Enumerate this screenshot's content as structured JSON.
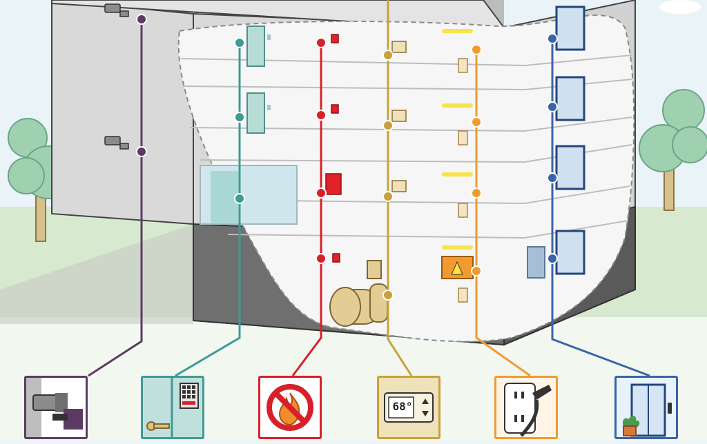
{
  "thermostat": {
    "reading": "68°"
  },
  "systems": [
    {
      "id": "security",
      "icon": "security-camera-icon",
      "color": "#5b3a64"
    },
    {
      "id": "access",
      "icon": "door-keypad-icon",
      "color": "#3f9a95"
    },
    {
      "id": "fire",
      "icon": "no-fire-icon",
      "color": "#d8202b"
    },
    {
      "id": "hvac",
      "icon": "thermostat-icon",
      "color": "#c8a13a"
    },
    {
      "id": "power",
      "icon": "power-outlet-plug-icon",
      "color": "#f19a2e"
    },
    {
      "id": "elevator",
      "icon": "elevator-icon",
      "color": "#3a64a8"
    }
  ],
  "colors": {
    "sky": "#e9f3f8",
    "grass": "#cfe3c2",
    "building": "#d9d9d9",
    "building_dark": "#6f6f6f",
    "cutaway": "#f5f5f5"
  }
}
